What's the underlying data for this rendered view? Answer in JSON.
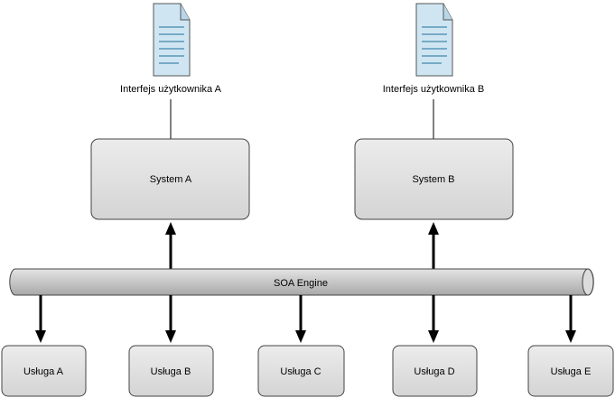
{
  "documents": [
    {
      "label": "Interfejs użytkownika A"
    },
    {
      "label": "Interfejs użytkownika B"
    }
  ],
  "systems": [
    {
      "label": "System A"
    },
    {
      "label": "System B"
    }
  ],
  "bus": {
    "label": "SOA Engine"
  },
  "services": [
    {
      "label": "Usługa A"
    },
    {
      "label": "Usługa B"
    },
    {
      "label": "Usługa C"
    },
    {
      "label": "Usługa D"
    },
    {
      "label": "Usługa E"
    }
  ],
  "colors": {
    "box_fill": "#e0e0e0",
    "box_stroke": "#444444",
    "doc_fill": "#cfe6f2",
    "doc_lines": "#5a96b8",
    "bus_fill": "#c8c8c8",
    "arrow": "#000000"
  }
}
